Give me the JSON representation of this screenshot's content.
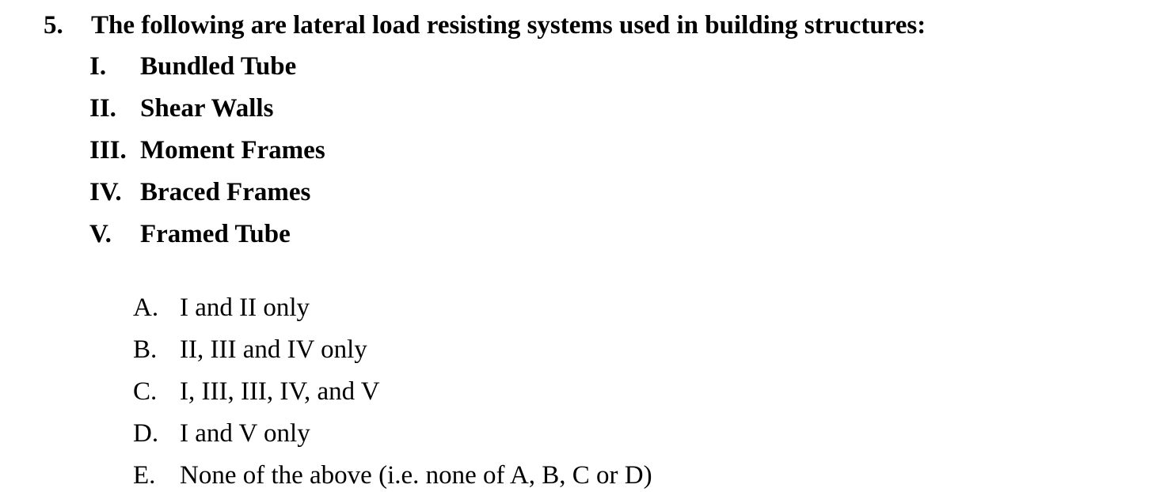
{
  "colors": {
    "text": "#000000",
    "background": "#ffffff"
  },
  "question": {
    "number": "5.",
    "text": "The following are lateral load resisting systems used in building structures:",
    "items": [
      {
        "numeral": "I.",
        "label": "Bundled Tube"
      },
      {
        "numeral": "II.",
        "label": "Shear Walls"
      },
      {
        "numeral": "III.",
        "label": "Moment Frames"
      },
      {
        "numeral": "IV.",
        "label": "Braced Frames"
      },
      {
        "numeral": "V.",
        "label": "Framed Tube"
      }
    ],
    "options": [
      {
        "letter": "A.",
        "text": "I and II only"
      },
      {
        "letter": "B.",
        "text": "II, III and IV only"
      },
      {
        "letter": "C.",
        "text": "I, III, III, IV, and V"
      },
      {
        "letter": "D.",
        "text": "I and V only"
      },
      {
        "letter": "E.",
        "text": "None of the above (i.e. none of A, B, C or D)"
      }
    ]
  }
}
